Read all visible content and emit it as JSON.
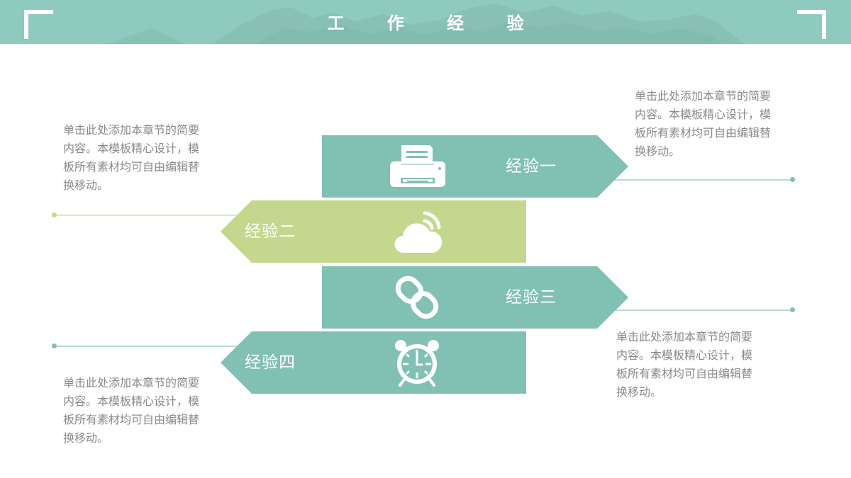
{
  "header": {
    "title": "工 作 经 验",
    "background_color": "#8ecabd"
  },
  "colors": {
    "teal": "#80c1b3",
    "green": "#c4d88d",
    "text_gray": "#8a8a8a"
  },
  "items": [
    {
      "label": "经验一",
      "icon": "printer-icon",
      "color": "#80c1b3",
      "description": "单击此处添加本章节的简要内容。本模板精心设计，模板所有素材均可自由编辑替换移动。",
      "description_lines": [
        "单击此处添加本章节的简要",
        "内容。本模板精心设计，模",
        "板所有素材均可自由编辑替",
        "换移动。"
      ]
    },
    {
      "label": "经验二",
      "icon": "cloud-wifi-icon",
      "color": "#c4d88d",
      "description": "单击此处添加本章节的简要内容。本模板精心设计，模板所有素材均可自由编辑替换移动。",
      "description_lines": [
        "单击此处添加本章节的简要",
        "内容。本模板精心设计，模",
        "板所有素材均可自由编辑替",
        "换移动。"
      ]
    },
    {
      "label": "经验三",
      "icon": "link-icon",
      "color": "#80c1b3",
      "description": "单击此处添加本章节的简要内容。本模板精心设计，模板所有素材均可自由编辑替换移动。",
      "description_lines": [
        "单击此处添加本章节的简要",
        "内容。本模板精心设计，模",
        "板所有素材均可自由编辑替",
        "换移动。"
      ]
    },
    {
      "label": "经验四",
      "icon": "alarm-clock-icon",
      "color": "#80c1b3",
      "description": "单击此处添加本章节的简要内容。本模板精心设计，模板所有素材均可自由编辑替换移动。",
      "description_lines": [
        "单击此处添加本章节的简要",
        "内容。本模板精心设计，模",
        "板所有素材均可自由编辑替",
        "换移动。"
      ]
    }
  ]
}
